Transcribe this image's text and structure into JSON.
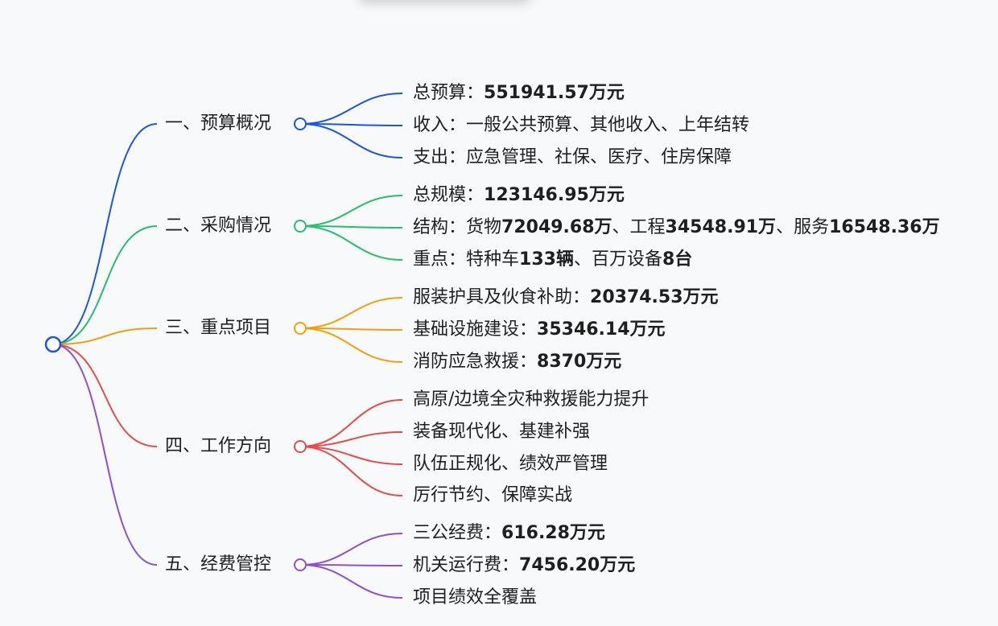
{
  "colors": {
    "branch1": "#1a56db",
    "branch2": "#22c06b",
    "branch3": "#f59e0b",
    "branch4": "#e54b4b",
    "branch5": "#8b4fd8",
    "text": "#1f1f1f",
    "background": "#f8f9fb"
  },
  "mindmap": {
    "branches": [
      {
        "label": "一、预算概况",
        "color": "#1a56db",
        "leaves": [
          {
            "label": "总预算：",
            "value": "551941.57万元"
          },
          {
            "label": "收入：一般公共预算、其他收入、上年结转",
            "value": ""
          },
          {
            "label": "支出：应急管理、社保、医疗、住房保障",
            "value": ""
          }
        ]
      },
      {
        "label": "二、采购情况",
        "color": "#22c06b",
        "leaves": [
          {
            "label": "总规模：",
            "value": "123146.95万元"
          },
          {
            "parts": [
              {
                "t": "结构：货物",
                "b": false
              },
              {
                "t": "72049.68万",
                "b": true
              },
              {
                "t": "、工程",
                "b": false
              },
              {
                "t": "34548.91万",
                "b": true
              },
              {
                "t": "、服务",
                "b": false
              },
              {
                "t": "16548.36万",
                "b": true
              }
            ]
          },
          {
            "parts": [
              {
                "t": "重点：特种车",
                "b": false
              },
              {
                "t": "133辆",
                "b": true
              },
              {
                "t": "、百万设备",
                "b": false
              },
              {
                "t": "8台",
                "b": true
              }
            ]
          }
        ]
      },
      {
        "label": "三、重点项目",
        "color": "#f59e0b",
        "leaves": [
          {
            "label": "服装护具及伙食补助：",
            "value": "20374.53万元"
          },
          {
            "label": "基础设施建设：",
            "value": "35346.14万元"
          },
          {
            "label": "消防应急救援：",
            "value": "8370万元"
          }
        ]
      },
      {
        "label": "四、工作方向",
        "color": "#e54b4b",
        "leaves": [
          {
            "label": "高原/边境全灾种救援能力提升",
            "value": ""
          },
          {
            "label": "装备现代化、基建补强",
            "value": ""
          },
          {
            "label": "队伍正规化、绩效严管理",
            "value": ""
          },
          {
            "label": "厉行节约、保障实战",
            "value": ""
          }
        ]
      },
      {
        "label": "五、经费管控",
        "color": "#8b4fd8",
        "leaves": [
          {
            "label": "三公经费：",
            "value": "616.28万元"
          },
          {
            "label": "机关运行费：",
            "value": "7456.20万元"
          },
          {
            "label": "项目绩效全覆盖",
            "value": ""
          }
        ]
      }
    ]
  }
}
